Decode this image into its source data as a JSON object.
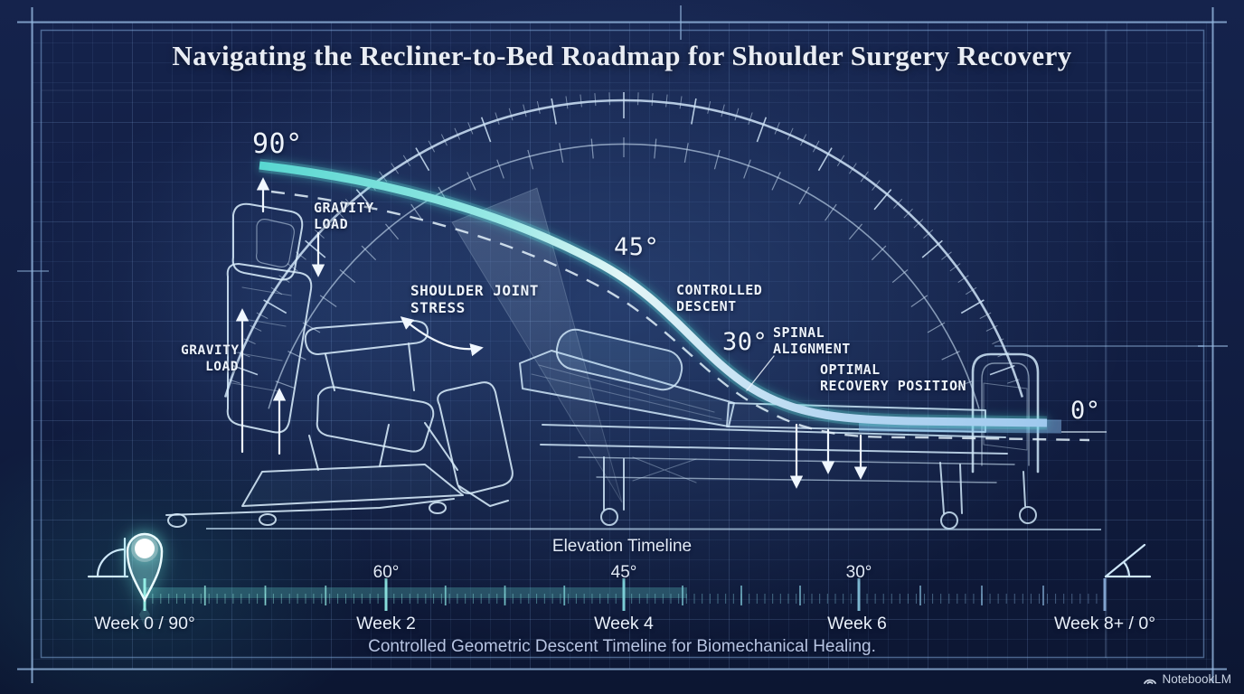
{
  "title": "Navigating the Recliner-to-Bed Roadmap for Shoulder Surgery Recovery",
  "annotations": {
    "angle_90": "90°",
    "angle_45": "45°",
    "angle_30": "30°",
    "angle_0": "0°",
    "gravity_load_top": "GRAVITY\nLOAD",
    "gravity_load_left": "GRAVITY\nLOAD",
    "shoulder_joint_stress": "SHOULDER JOINT\nSTRESS",
    "controlled_descent": "CONTROLLED\nDESCENT",
    "spinal_alignment": "SPINAL\nALIGNMENT",
    "optimal_recovery_position": "OPTIMAL\nRECOVERY POSITION"
  },
  "timeline": {
    "title": "Elevation Timeline",
    "milestones": [
      {
        "week_label": "Week 0 / 90°"
      },
      {
        "week_label": "Week 2",
        "angle_label": "60°"
      },
      {
        "week_label": "Week 4",
        "angle_label": "45°"
      },
      {
        "week_label": "Week 6",
        "angle_label": "30°"
      },
      {
        "week_label": "Week 8+ / 0°"
      }
    ],
    "caption": "Controlled Geometric Descent Timeline for Biomechanical Healing."
  },
  "footer": {
    "brand": "NotebookLM"
  },
  "colors": {
    "background": "#111d41",
    "accent_teal": "#5fd8d3",
    "accent_blue": "#9ec9ee",
    "wireframe": "#cfe6f8"
  }
}
